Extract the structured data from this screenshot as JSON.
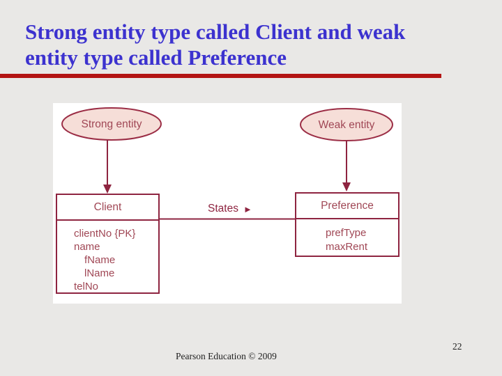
{
  "slide": {
    "title": {
      "line1": "Strong entity type called Client and weak",
      "line2": "entity type called Preference"
    },
    "footer": {
      "credit": "Pearson Education © 2009",
      "page_number": "22"
    }
  },
  "diagram": {
    "strong_entity_label": "Strong entity",
    "weak_entity_label": "Weak entity",
    "relationship": {
      "label": "States",
      "direction_icon": "►"
    },
    "client": {
      "header": "Client",
      "attributes": [
        "clientNo {PK}",
        "name",
        "fName",
        "lName",
        "telNo"
      ]
    },
    "preference": {
      "header": "Preference",
      "attributes": [
        "prefType",
        "maxRent"
      ]
    }
  },
  "colors": {
    "background_gray": "#e9e8e6",
    "title_blue": "#3c32cf",
    "accent_red": "#b31413",
    "maroon": "#8e2440",
    "diagram_text": "#a04755",
    "ellipse_fill": "#f6ded8"
  }
}
